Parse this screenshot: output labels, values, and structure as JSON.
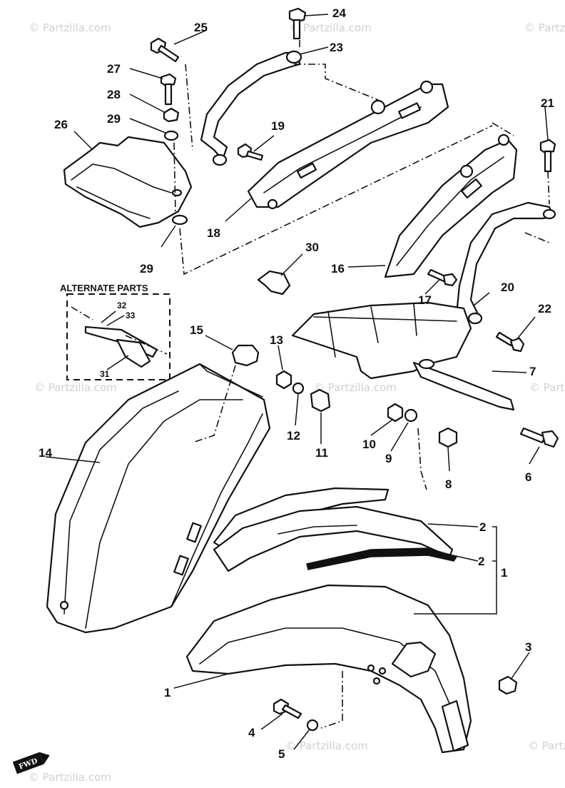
{
  "callouts": [
    "1",
    "2",
    "3",
    "4",
    "5",
    "6",
    "7",
    "8",
    "9",
    "10",
    "11",
    "12",
    "13",
    "14",
    "15",
    "16",
    "17",
    "18",
    "19",
    "20",
    "21",
    "22",
    "23",
    "24",
    "25",
    "26",
    "27",
    "28",
    "29",
    "30",
    "31",
    "32",
    "33"
  ],
  "alternate_parts": {
    "title": "ALTERNATE PARTS",
    "numbers": [
      "32",
      "33",
      "31"
    ]
  },
  "watermarks": {
    "corner": "© Partzilla.com",
    "middle": "© Partzilla.com"
  },
  "fwd_mark": "FWD",
  "colors": {
    "ink": "#111111",
    "paper": "#ffffff",
    "watermark": "#d0d0d0"
  }
}
